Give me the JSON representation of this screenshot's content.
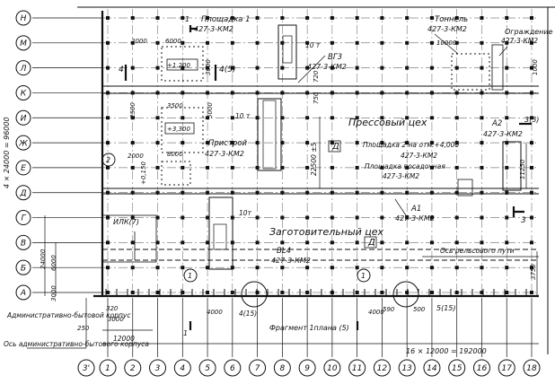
{
  "axes": {
    "rows": [
      "А",
      "Б",
      "В",
      "Г",
      "Д",
      "Е",
      "Ж",
      "И",
      "К",
      "Л",
      "М",
      "Н"
    ],
    "columns": [
      "1",
      "2",
      "3",
      "4",
      "5",
      "6",
      "7",
      "8",
      "9",
      "10",
      "11",
      "12",
      "13",
      "14",
      "15",
      "16",
      "17",
      "18"
    ],
    "extra_column": "3'"
  },
  "labels": {
    "press_shop": "Прессовый цех",
    "blank_shop": "Заготовительный цех",
    "zone_d": "Д",
    "platform_1": "Площадка 1",
    "platform_1_sheet": "427-3-КМ2",
    "tunnel": "Тоннель",
    "tunnel_sheet": "427-3-КМ2",
    "fence": "Ограждение",
    "fence_sheet": "427-3-КМ2",
    "vg3": "ВГ3",
    "vg3_sheet": "427-3-КМ2",
    "annex": "Пристрой",
    "annex_sheet": "427-3-КМ2",
    "crane_10t_a": "10 т",
    "crane_10t_b": "10т",
    "crane_10t_c": "10 т",
    "platform_2": "Площадка 2 на отм.+4,000",
    "platform_2_sheet": "427-3-КМ2",
    "landing_platform": "Площадка посадочная",
    "landing_sheet": "427-3-КМ2",
    "a1": "А1",
    "a1_sheet": "427-3-КМ2",
    "a2": "А2",
    "a2_sheet": "427-3-КМ2",
    "ink": "ИЛК(7)",
    "bl4": "ВL4",
    "bl4_sheet": "427-3-КМ2",
    "rail_axis": "Ось рельсового пути",
    "admin_block": "Административно-бытовой корпус",
    "admin_axis": "Ось административно-бытового корпуса",
    "fragment": "Фрагмент 1плана (5)",
    "node_4": "4(15)",
    "node_5": "5(15)",
    "section_1": "1",
    "section_3": "3",
    "section_3b": "3(5)",
    "section_4a": "4",
    "section_4b": "4(5)",
    "circle_1": "1",
    "circle_2": "2",
    "mark_1200": "+1,200",
    "mark_3300": "+3,300",
    "mark_0150": "+0,150"
  },
  "dimensions": {
    "overall_vertical": "4 × 24000 = 96000",
    "overall_horizontal": "16 × 12000 = 192000",
    "left_24000": "24000",
    "left_6000": "6000",
    "left_3000": "3000",
    "bottom_12000": "12000",
    "bottom_3000": "3000",
    "bottom_320": "320",
    "bottom_250": "250",
    "d_2000": "2000",
    "d_6000": "6000",
    "d_3000": "3000",
    "d_3500": "3500",
    "d_5000": "5000",
    "d_8000": "8000",
    "d_2500": "2500",
    "d_4000": "4000",
    "d_1000": "1000",
    "d_500": "500",
    "d_590": "590",
    "d_720": "720",
    "d_750": "750",
    "d_22500": "22500 ±5",
    "d_11250": "11250",
    "d_3750": "3750",
    "d_10000": "10000"
  }
}
